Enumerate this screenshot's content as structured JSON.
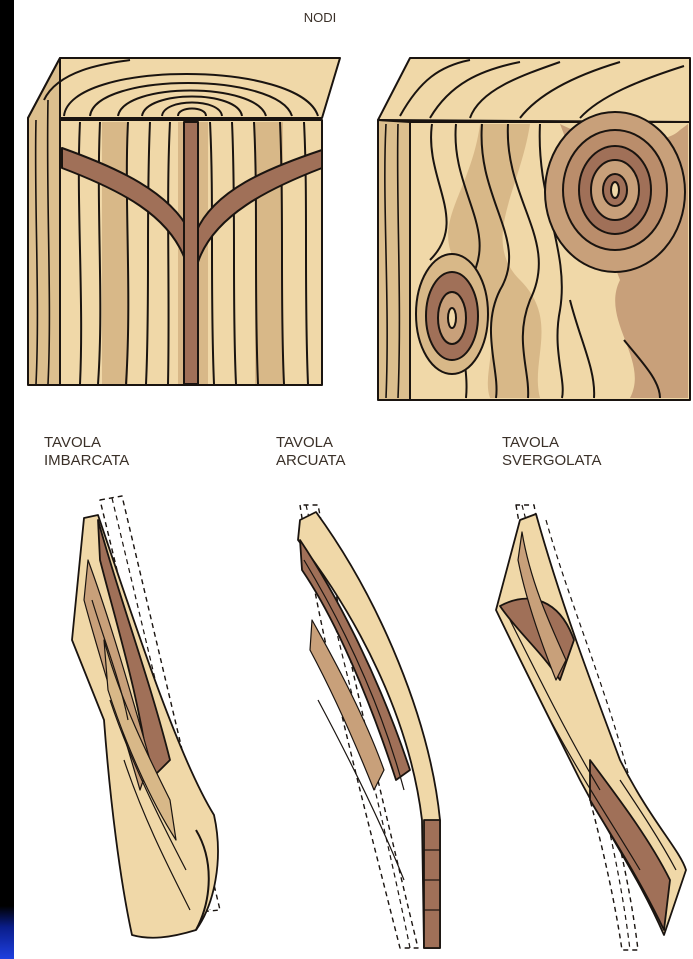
{
  "figure": {
    "title": "NODI",
    "labels": [
      {
        "line1": "TAVOLA",
        "line2": "IMBARCATA"
      },
      {
        "line1": "TAVOLA",
        "line2": "ARCUATA"
      },
      {
        "line1": "TAVOLA",
        "line2": "SVERGOLATA"
      }
    ]
  },
  "colors": {
    "wood_light": "#f0d8a8",
    "wood_mid": "#d8b888",
    "wood_dark": "#a07058",
    "ink": "#1a1410",
    "frame_left": "#000000",
    "frame_corner": "#1e3fe0"
  },
  "icons": {
    "cube_1": "knot-wood-block-vertical-icon",
    "cube_2": "knot-wood-block-round-icon",
    "board_1": "cupped-board-icon",
    "board_2": "bowed-board-icon",
    "board_3": "twisted-board-icon"
  }
}
